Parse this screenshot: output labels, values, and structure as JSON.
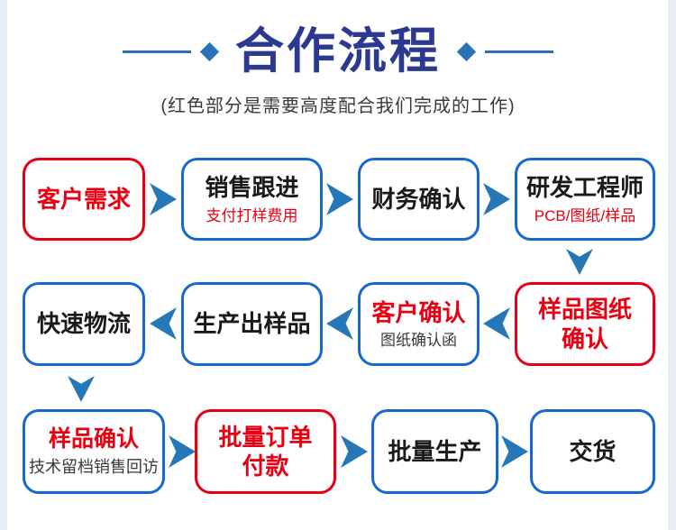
{
  "header": {
    "title": "合作流程",
    "subtitle": "(红色部分是需要高度配合我们完成的工作)"
  },
  "colors": {
    "title_navy": "#2b3990",
    "decoration_blue": "#2a72b8",
    "box_blue_border": "#1667cf",
    "box_red_border": "#e60012",
    "red_text": "#e60012",
    "black_text": "#1a1a1a",
    "arrow_blue": "#2577b8",
    "page_edge_strip": "#e9edf4",
    "background": "#ffffff"
  },
  "flow": {
    "rows": [
      {
        "direction": "left-to-right",
        "boxes": [
          {
            "variant": "red",
            "title": "客户需求",
            "title_color": "red"
          },
          {
            "variant": "blue",
            "title": "销售跟进",
            "title_color": "black",
            "subtitle": "支付打样费用",
            "subtitle_color": "red"
          },
          {
            "variant": "blue",
            "title": "财务确认",
            "title_color": "black"
          },
          {
            "variant": "blue",
            "title": "研发工程师",
            "title_color": "black",
            "subtitle": "PCB/图纸/样品",
            "subtitle_color": "red"
          }
        ]
      },
      {
        "direction": "right-to-left",
        "boxes": [
          {
            "variant": "blue",
            "title": "快速物流",
            "title_color": "black"
          },
          {
            "variant": "blue",
            "title": "生产出样品",
            "title_color": "black"
          },
          {
            "variant": "blue",
            "title": "客户确认",
            "title_color": "red",
            "subtitle": "图纸确认函",
            "subtitle_color": "black"
          },
          {
            "variant": "red",
            "lines": [
              "样品图纸",
              "确认"
            ],
            "title_color": "red"
          }
        ]
      },
      {
        "direction": "left-to-right",
        "boxes": [
          {
            "variant": "blue",
            "title": "样品确认",
            "title_color": "red",
            "subtitle": "技术留档销售回访",
            "subtitle_color": "black"
          },
          {
            "variant": "red",
            "lines": [
              "批量订单",
              "付款"
            ],
            "title_color": "red"
          },
          {
            "variant": "blue",
            "title": "批量生产",
            "title_color": "black"
          },
          {
            "variant": "blue",
            "title": "交货",
            "title_color": "black"
          }
        ]
      }
    ]
  }
}
